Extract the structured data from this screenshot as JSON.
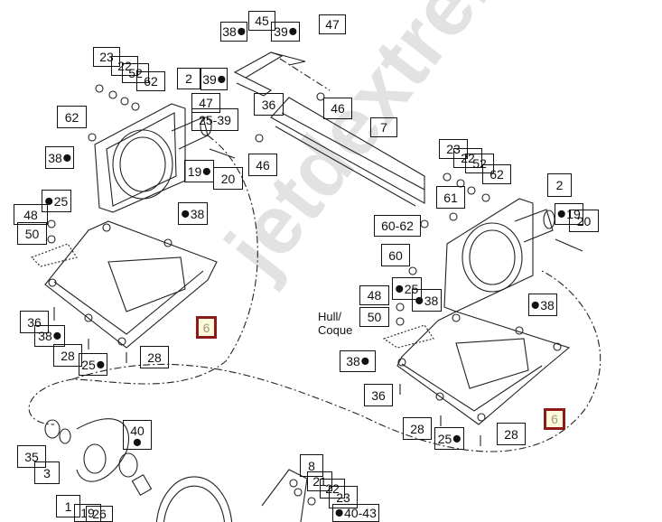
{
  "watermark": "jetdextreme.ru",
  "hull_label": [
    "Hull/",
    "Coque"
  ],
  "highlight_color": "#8b1a1a",
  "callouts": [
    {
      "text": "38",
      "oil": "after"
    },
    {
      "text": "45",
      "oil": "none"
    },
    {
      "text": "39",
      "oil": "after"
    },
    {
      "text": "47",
      "oil": "none"
    },
    {
      "text": "23",
      "oil": "none"
    },
    {
      "text": "22",
      "oil": "none"
    },
    {
      "text": "52",
      "oil": "none"
    },
    {
      "text": "62",
      "oil": "none"
    },
    {
      "text": "2",
      "oil": "none"
    },
    {
      "text": "39",
      "oil": "after"
    },
    {
      "text": "47",
      "oil": "none"
    },
    {
      "text": "25-39",
      "oil": "none"
    },
    {
      "text": "36",
      "oil": "none"
    },
    {
      "text": "62",
      "oil": "none"
    },
    {
      "text": "7",
      "oil": "none"
    },
    {
      "text": "46",
      "oil": "none"
    },
    {
      "text": "46",
      "oil": "none"
    },
    {
      "text": "38",
      "oil": "after"
    },
    {
      "text": "19",
      "oil": "after"
    },
    {
      "text": "20",
      "oil": "none"
    },
    {
      "text": "25",
      "oil": "before"
    },
    {
      "text": "48",
      "oil": "none"
    },
    {
      "text": "50",
      "oil": "none"
    },
    {
      "text": "38",
      "oil": "before"
    },
    {
      "text": "23",
      "oil": "none"
    },
    {
      "text": "22",
      "oil": "none"
    },
    {
      "text": "52",
      "oil": "none"
    },
    {
      "text": "62",
      "oil": "none"
    },
    {
      "text": "61",
      "oil": "none"
    },
    {
      "text": "2",
      "oil": "none"
    },
    {
      "text": "19",
      "oil": "before"
    },
    {
      "text": "20",
      "oil": "none"
    },
    {
      "text": "60-62",
      "oil": "none"
    },
    {
      "text": "60",
      "oil": "none"
    },
    {
      "text": "25",
      "oil": "before"
    },
    {
      "text": "48",
      "oil": "none"
    },
    {
      "text": "50",
      "oil": "none"
    },
    {
      "text": "38",
      "oil": "before"
    },
    {
      "text": "38",
      "oil": "before"
    },
    {
      "text": "6",
      "oil": "none",
      "highlight": true
    },
    {
      "text": "36",
      "oil": "none"
    },
    {
      "text": "38",
      "oil": "after"
    },
    {
      "text": "28",
      "oil": "none"
    },
    {
      "text": "25",
      "oil": "after"
    },
    {
      "text": "28",
      "oil": "none"
    },
    {
      "text": "38",
      "oil": "after"
    },
    {
      "text": "36",
      "oil": "none"
    },
    {
      "text": "6",
      "oil": "none",
      "highlight": true
    },
    {
      "text": "28",
      "oil": "none"
    },
    {
      "text": "25",
      "oil": "after"
    },
    {
      "text": "28",
      "oil": "none"
    },
    {
      "text": "35",
      "oil": "none"
    },
    {
      "text": "3",
      "oil": "none"
    },
    {
      "text": "40",
      "oil": "below"
    },
    {
      "text": "8",
      "oil": "none"
    },
    {
      "text": "21",
      "oil": "none"
    },
    {
      "text": "22",
      "oil": "none"
    },
    {
      "text": "23",
      "oil": "none"
    },
    {
      "text": "1",
      "oil": "none"
    },
    {
      "text": "19",
      "oil": "none"
    },
    {
      "text": "26",
      "oil": "none"
    },
    {
      "text": "40-43",
      "oil": "before"
    }
  ]
}
